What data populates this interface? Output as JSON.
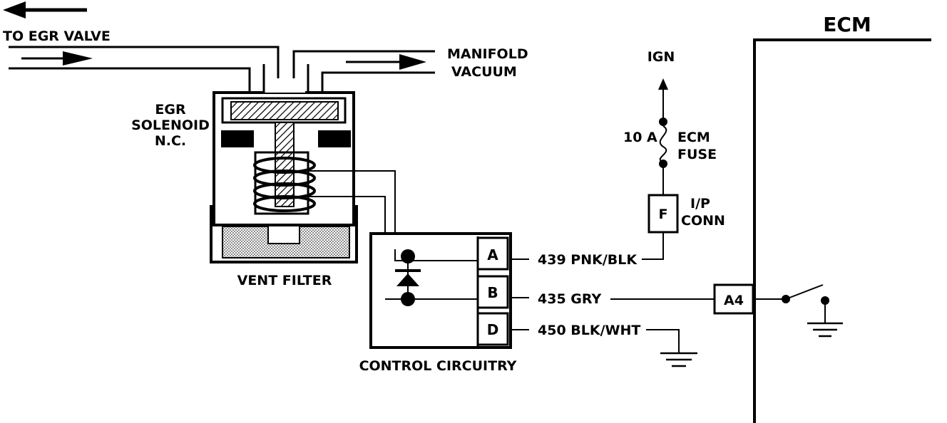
{
  "labels": {
    "to_egr_valve": "TO EGR VALVE",
    "manifold_1": "MANIFOLD",
    "manifold_2": "VACUUM",
    "solenoid_1": "EGR",
    "solenoid_2": "SOLENOID",
    "solenoid_3": "N.C.",
    "vent_filter": "VENT FILTER",
    "control_circuitry": "CONTROL CIRCUITRY",
    "ign": "IGN",
    "fuse_rating": "10 A",
    "fuse_name_1": "ECM",
    "fuse_name_2": "FUSE",
    "conn_1": "I/P",
    "conn_2": "CONN",
    "conn_pin": "F",
    "ecm": "ECM",
    "ecm_pin": "A4"
  },
  "terminals": [
    {
      "pin": "A",
      "wire": "439 PNK/BLK"
    },
    {
      "pin": "B",
      "wire": "435 GRY"
    },
    {
      "pin": "D",
      "wire": "450 BLK/WHT"
    }
  ],
  "colors": {
    "ink": "#000000",
    "background": "#ffffff"
  }
}
